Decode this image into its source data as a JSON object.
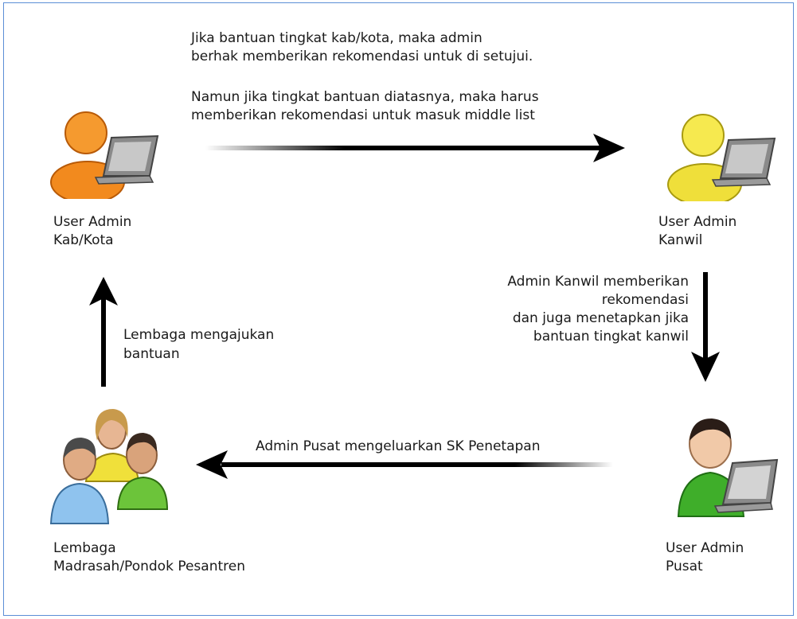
{
  "top_note": {
    "line1": "Jika bantuan tingkat kab/kota, maka admin",
    "line2": "berhak memberikan rekomendasi untuk di setujui.",
    "line3": "Namun jika tingkat bantuan diatasnya, maka harus",
    "line4": "memberikan rekomendasi untuk masuk middle list"
  },
  "actors": {
    "kabkota": {
      "line1": "User Admin",
      "line2": "Kab/Kota",
      "icon": "admin-user-laptop-icon",
      "color": "#f28a1e"
    },
    "kanwil": {
      "line1": "User Admin",
      "line2": "Kanwil",
      "icon": "admin-user-laptop-icon",
      "color": "#efdf3a"
    },
    "pusat": {
      "line1": "User Admin",
      "line2": "Pusat",
      "icon": "admin-user-laptop-icon",
      "color": "#3fae2a"
    },
    "lembaga": {
      "line1": "Lembaga",
      "line2": "Madrasah/Pondok Pesantren",
      "icon": "group-users-icon"
    }
  },
  "right_note": {
    "line1": "Admin Kanwil memberikan",
    "line2": "rekomendasi",
    "line3": "dan juga menetapkan jika",
    "line4": "bantuan tingkat kanwil"
  },
  "bottom_note": "Admin Pusat mengeluarkan SK Penetapan",
  "left_note": {
    "line1": "Lembaga mengajukan",
    "line2": "bantuan"
  }
}
